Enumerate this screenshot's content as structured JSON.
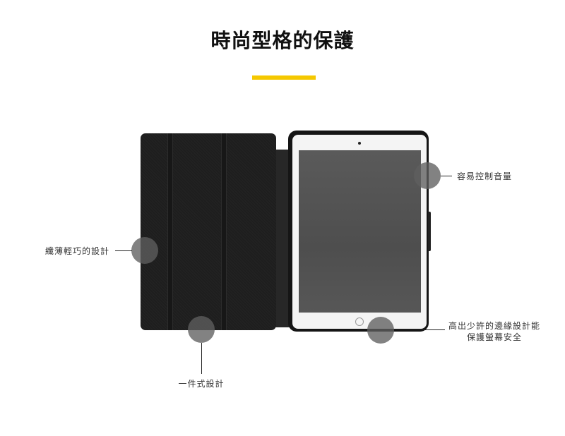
{
  "title": "時尚型格的保護",
  "accent_color": "#f5c800",
  "callouts": {
    "volume": "容易控制音量",
    "slim": "纖薄輕巧的設計",
    "one_piece": "一件式設計",
    "raised_edge_line1": "高出少許的邊緣設計能",
    "raised_edge_line2": "保護螢幕安全"
  }
}
